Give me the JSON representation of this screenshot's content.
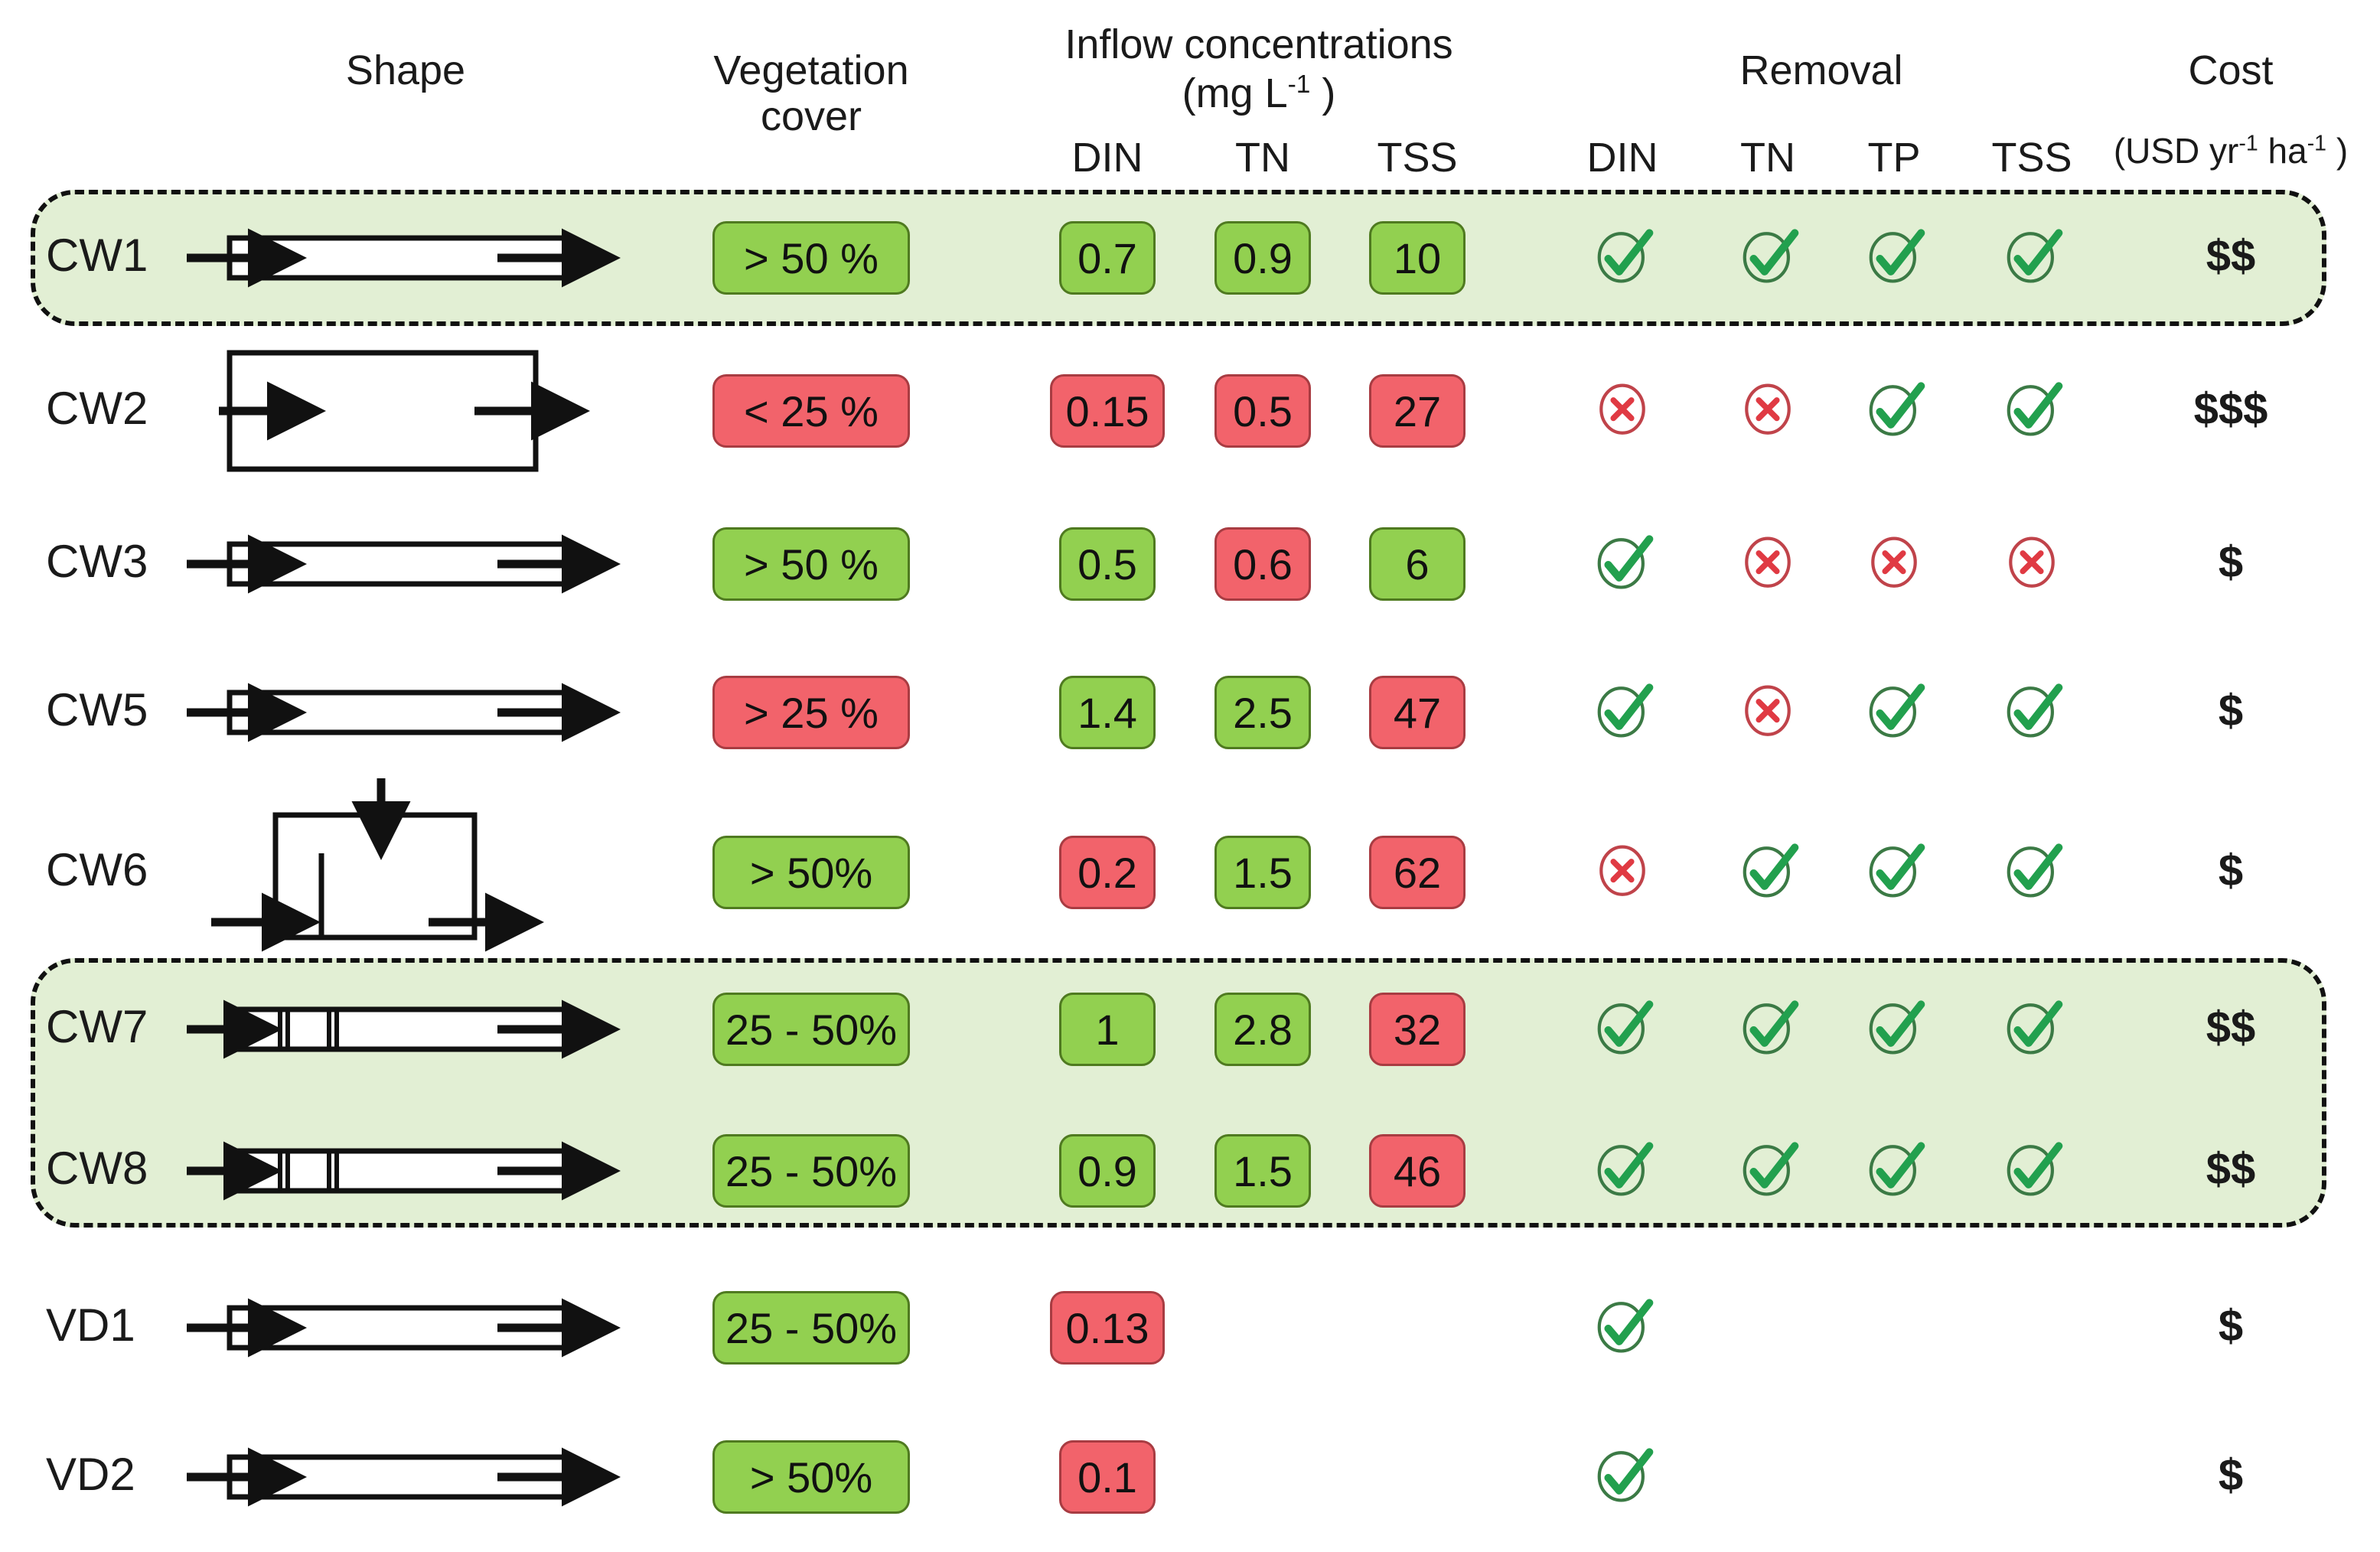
{
  "header": {
    "col_shape": "Shape",
    "col_vegetation_l1": "Vegetation",
    "col_vegetation_l2": "cover",
    "col_inflow_l1": "Inflow concentrations",
    "col_inflow_units_pre": "(mg L",
    "col_inflow_units_sup": "-1",
    "col_inflow_units_post": " )",
    "col_inflow_din": "DIN",
    "col_inflow_tn": "TN",
    "col_inflow_tss": "TSS",
    "col_removal": "Removal",
    "col_removal_din": "DIN",
    "col_removal_tn": "TN",
    "col_removal_tp": "TP",
    "col_removal_tss": "TSS",
    "col_cost": "Cost",
    "col_cost_units_pre": "(USD yr",
    "col_cost_units_sup1": "-1",
    "col_cost_units_mid": " ha",
    "col_cost_units_sup2": "-1",
    "col_cost_units_post": " )"
  },
  "colors": {
    "green_fill": "#92d050",
    "green_border": "#4f7a20",
    "red_fill": "#f2636b",
    "red_border": "#a83c42",
    "band_fill": "#e2efd4",
    "band_border": "#111111",
    "check_green": "#22a martial",
    "check": "#22a04e",
    "cross": "#e03a43"
  },
  "icons": {
    "check": "check-circle-icon",
    "cross": "cross-circle-icon",
    "arrow": "flow-arrow-icon"
  },
  "rows": [
    {
      "id": "CW1",
      "shape": "thin-channel",
      "highlighted": true,
      "vegetation": {
        "text": "> 50 %",
        "status": "green"
      },
      "inflow": [
        {
          "text": "0.7",
          "status": "green"
        },
        {
          "text": "0.9",
          "status": "green"
        },
        {
          "text": "10",
          "status": "green"
        }
      ],
      "removal": [
        "check",
        "check",
        "check",
        "check"
      ],
      "cost": "$$"
    },
    {
      "id": "CW2",
      "shape": "tall-basin",
      "highlighted": false,
      "vegetation": {
        "text": "< 25 %",
        "status": "red"
      },
      "inflow": [
        {
          "text": "0.15",
          "status": "red"
        },
        {
          "text": "0.5",
          "status": "red"
        },
        {
          "text": "27",
          "status": "red"
        }
      ],
      "removal": [
        "cross",
        "cross",
        "check",
        "check"
      ],
      "cost": "$$$"
    },
    {
      "id": "CW3",
      "shape": "thin-channel",
      "highlighted": false,
      "vegetation": {
        "text": "> 50 %",
        "status": "green"
      },
      "inflow": [
        {
          "text": "0.5",
          "status": "green"
        },
        {
          "text": "0.6",
          "status": "red"
        },
        {
          "text": "6",
          "status": "green"
        }
      ],
      "removal": [
        "check",
        "cross",
        "cross",
        "cross"
      ],
      "cost": "$"
    },
    {
      "id": "CW5",
      "shape": "thin-channel",
      "highlighted": false,
      "vegetation": {
        "text": "> 25 %",
        "status": "red"
      },
      "inflow": [
        {
          "text": "1.4",
          "status": "green"
        },
        {
          "text": "2.5",
          "status": "green"
        },
        {
          "text": "47",
          "status": "red"
        }
      ],
      "removal": [
        "check",
        "cross",
        "check",
        "check"
      ],
      "cost": "$"
    },
    {
      "id": "CW6",
      "shape": "square-baffle",
      "highlighted": false,
      "vegetation": {
        "text": "> 50%",
        "status": "green"
      },
      "inflow": [
        {
          "text": "0.2",
          "status": "red"
        },
        {
          "text": "1.5",
          "status": "green"
        },
        {
          "text": "62",
          "status": "red"
        }
      ],
      "removal": [
        "cross",
        "check",
        "check",
        "check"
      ],
      "cost": "$"
    },
    {
      "id": "CW7",
      "shape": "channel-dividers",
      "highlighted": true,
      "vegetation": {
        "text": "25 - 50%",
        "status": "green"
      },
      "inflow": [
        {
          "text": "1",
          "status": "green"
        },
        {
          "text": "2.8",
          "status": "green"
        },
        {
          "text": "32",
          "status": "red"
        }
      ],
      "removal": [
        "check",
        "check",
        "check",
        "check"
      ],
      "cost": "$$"
    },
    {
      "id": "CW8",
      "shape": "channel-dividers",
      "highlighted": true,
      "vegetation": {
        "text": "25 - 50%",
        "status": "green"
      },
      "inflow": [
        {
          "text": "0.9",
          "status": "green"
        },
        {
          "text": "1.5",
          "status": "green"
        },
        {
          "text": "46",
          "status": "red"
        }
      ],
      "removal": [
        "check",
        "check",
        "check",
        "check"
      ],
      "cost": "$$"
    },
    {
      "id": "VD1",
      "shape": "thin-channel",
      "highlighted": false,
      "vegetation": {
        "text": "25 - 50%",
        "status": "green"
      },
      "inflow": [
        {
          "text": "0.13",
          "status": "red"
        },
        {
          "text": "",
          "status": "none"
        },
        {
          "text": "",
          "status": "none"
        }
      ],
      "removal": [
        "check",
        "none",
        "none",
        "none"
      ],
      "cost": "$"
    },
    {
      "id": "VD2",
      "shape": "thin-channel",
      "highlighted": false,
      "vegetation": {
        "text": "> 50%",
        "status": "green"
      },
      "inflow": [
        {
          "text": "0.1",
          "status": "red"
        },
        {
          "text": "",
          "status": "none"
        },
        {
          "text": "",
          "status": "none"
        }
      ],
      "removal": [
        "check",
        "none",
        "none",
        "none"
      ],
      "cost": "$"
    }
  ]
}
